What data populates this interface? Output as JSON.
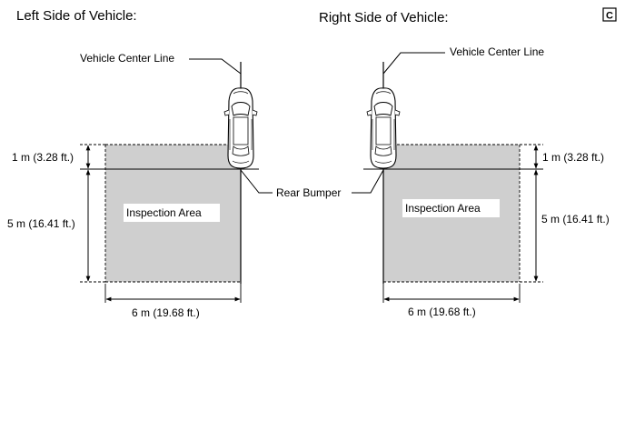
{
  "corner_badge": "C",
  "colors": {
    "area_fill": "#cfcfcf",
    "line": "#000000",
    "background": "#ffffff"
  },
  "left_panel": {
    "title": "Left Side of Vehicle:",
    "center_line_label": "Vehicle Center Line",
    "area_label": "Inspection Area",
    "dim_top": "1 m (3.28 ft.)",
    "dim_side": "5 m (16.41 ft.)",
    "dim_width": "6 m (19.68 ft.)"
  },
  "shared": {
    "rear_bumper_label": "Rear Bumper"
  },
  "right_panel": {
    "title": "Right Side of Vehicle:",
    "center_line_label": "Vehicle Center Line",
    "area_label": "Inspection Area",
    "dim_top": "1 m (3.28 ft.)",
    "dim_side": "5 m (16.41 ft.)",
    "dim_width": "6 m (19.68 ft.)"
  }
}
